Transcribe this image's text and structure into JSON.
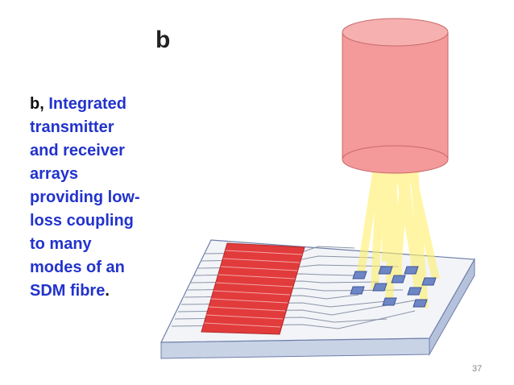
{
  "slide": {
    "panel_letter": "b",
    "caption": {
      "prefix": "b,",
      "line1": "Integrated",
      "line2": "transmitter",
      "line3": "and receiver",
      "line4": "arrays",
      "line5": "providing low-",
      "line6": "loss coupling",
      "line7": "to many",
      "line8": "modes of an",
      "line9": "SDM fibre",
      "suffix": "."
    },
    "page_number": "37",
    "colors": {
      "caption_text": "#2233cc",
      "fibre": "#f49a9a",
      "waveguide_array": "#e23b3b",
      "light_beams": "#fff06a",
      "chip_top": "#f2f4f8",
      "chip_side": "#c9d3e6",
      "emitter_pads": "#6d86c6"
    }
  }
}
